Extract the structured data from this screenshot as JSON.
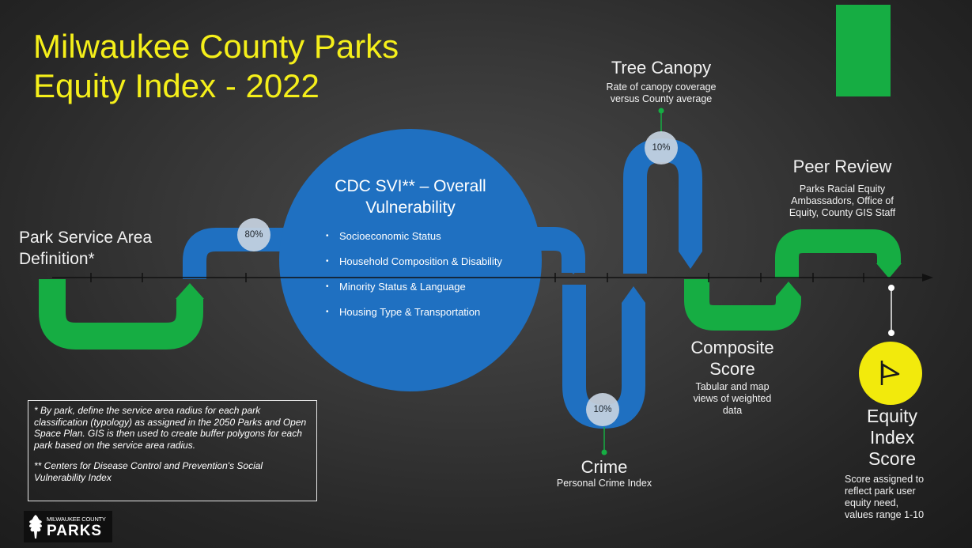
{
  "title": {
    "line1": "Milwaukee County Parks",
    "line2": "Equity Index - 2022"
  },
  "colors": {
    "title": "#f5ef1a",
    "green": "#16ad43",
    "blue": "#1f70c1",
    "yellow": "#f2ea0c",
    "background": "#333333"
  },
  "steps": {
    "park_service_area": {
      "line1": "Park Service Area",
      "line2": "Definition*"
    },
    "cdc_svi": {
      "line1": "CDC SVI** – Overall",
      "line2": "Vulnerability",
      "weight": "80%",
      "items": [
        "Socioeconomic Status",
        "Household Composition & Disability",
        "Minority Status & Language",
        "Housing Type & Transportation"
      ]
    },
    "tree_canopy": {
      "title": "Tree Canopy",
      "desc_line1": "Rate of canopy coverage",
      "desc_line2": "versus County average",
      "weight": "10%"
    },
    "crime": {
      "title": "Crime",
      "desc": "Personal Crime Index",
      "weight": "10%"
    },
    "composite": {
      "line1": "Composite",
      "line2": "Score",
      "desc_line1": "Tabular and map",
      "desc_line2": "views of weighted",
      "desc_line3": "data"
    },
    "peer_review": {
      "title": "Peer Review",
      "desc_line1": "Parks Racial Equity",
      "desc_line2": "Ambassadors, Office of",
      "desc_line3": "Equity, County GIS Staff"
    },
    "equity_index": {
      "line1": "Equity",
      "line2": "Index",
      "line3": "Score",
      "desc_line1": "Score assigned to",
      "desc_line2": "reflect park user",
      "desc_line3": "equity need,",
      "desc_line4": "values range 1-10",
      "icon": "flag-icon"
    }
  },
  "notes": {
    "note1": "* By park, define the service area radius for each park classification (typology) as assigned in the 2050 Parks and Open Space Plan. GIS is then used to create buffer polygons for each park based on the service area radius.",
    "note2": "** Centers for Disease Control and Prevention's Social Vulnerability Index"
  },
  "logo": {
    "small_text": "MILWAUKEE COUNTY",
    "big_text": "PARKS",
    "icon": "oak-leaf-icon"
  }
}
